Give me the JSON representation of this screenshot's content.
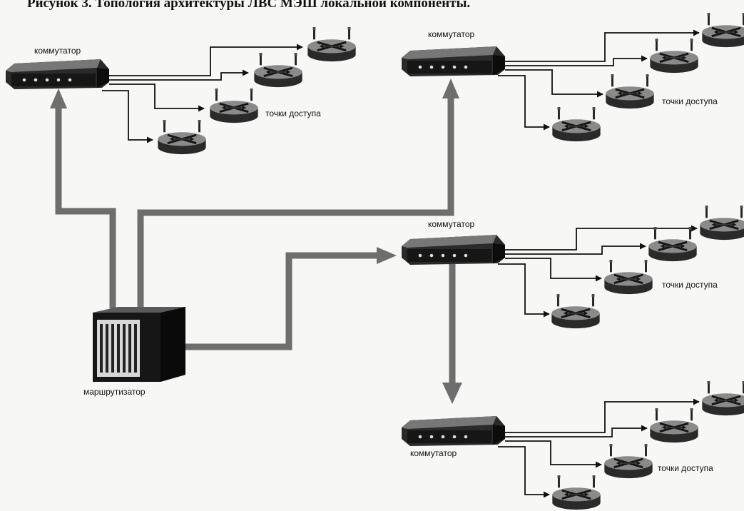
{
  "caption": "Рисунок 3. Топология архитектуры ЛВС МЭШ локальной компоненты.",
  "labels": {
    "switch": "коммутатор",
    "router": "маршрутизатор",
    "access_points": "точки доступа"
  },
  "colors": {
    "thick_link": "#6e6e6e",
    "thin_link": "#111111",
    "device_dark": "#222222",
    "background": "#f7f7f5"
  }
}
